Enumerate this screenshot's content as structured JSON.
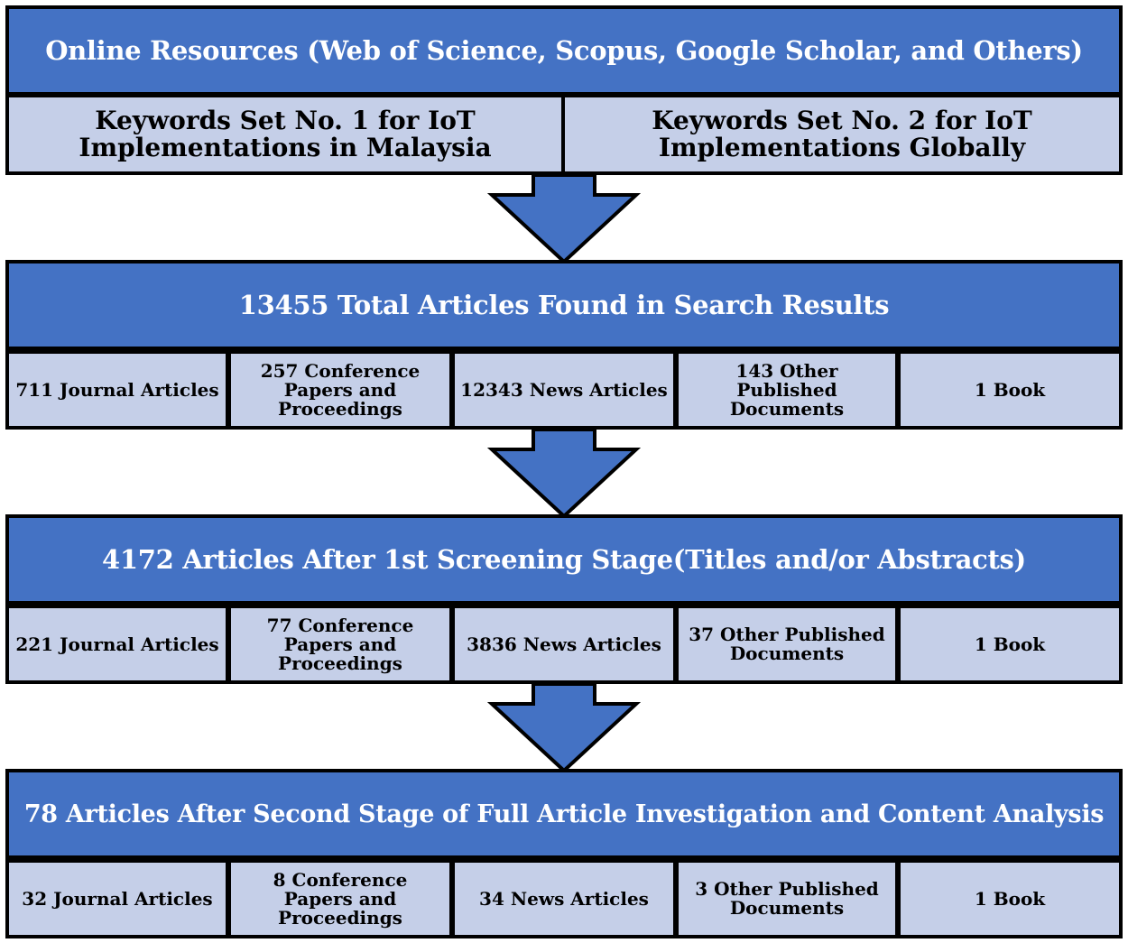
{
  "source_band": {
    "title": "Online Resources (Web of Science, Scopus, Google Scholar, and Others)",
    "keywords": [
      "Keywords Set No. 1 for IoT Implementations in Malaysia",
      "Keywords Set No. 2 for IoT Implementations Globally"
    ]
  },
  "stages": [
    {
      "title": "13455 Total Articles Found in Search Results",
      "items": [
        "711 Journal Articles",
        "257 Conference Papers and Proceedings",
        "12343 News Articles",
        "143 Other Published Documents",
        "1 Book"
      ]
    },
    {
      "title": "4172 Articles After 1st Screening Stage(Titles and/or Abstracts)",
      "items": [
        "221 Journal Articles",
        "77 Conference Papers and Proceedings",
        "3836 News Articles",
        "37 Other Published Documents",
        "1 Book"
      ]
    },
    {
      "title": "78 Articles After Second Stage of Full Article Investigation and Content Analysis",
      "items": [
        "32 Journal Articles",
        "8 Conference Papers and Proceedings",
        "34 News Articles",
        "3 Other Published Documents",
        "1 Book"
      ]
    }
  ],
  "colors": {
    "band": "#4472c4",
    "cell": "#c5cfe8",
    "border": "#000000",
    "band_text": "#ffffff"
  }
}
